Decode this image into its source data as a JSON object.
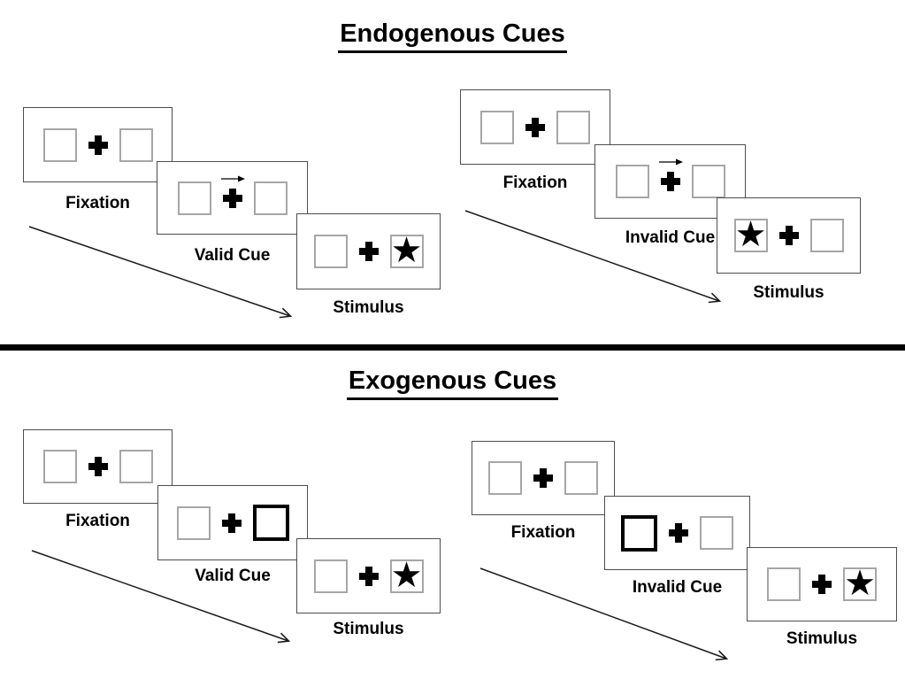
{
  "colors": {
    "background": "#ffffff",
    "panel_border": "#4d4d4d",
    "box_border": "#a6a6a6",
    "cue_highlight_border": "#000000",
    "text": "#000000",
    "divider": "#000000"
  },
  "icons": {
    "star": "★"
  },
  "sections": [
    {
      "title": "Endogenous Cues",
      "trials": [
        {
          "name": "valid",
          "panels": [
            {
              "label": "Fixation"
            },
            {
              "label": "Valid Cue"
            },
            {
              "label": "Stimulus"
            }
          ]
        },
        {
          "name": "invalid",
          "panels": [
            {
              "label": "Fixation"
            },
            {
              "label": "Invalid Cue"
            },
            {
              "label": "Stimulus"
            }
          ]
        }
      ]
    },
    {
      "title": "Exogenous Cues",
      "trials": [
        {
          "name": "valid",
          "panels": [
            {
              "label": "Fixation"
            },
            {
              "label": "Valid Cue"
            },
            {
              "label": "Stimulus"
            }
          ]
        },
        {
          "name": "invalid",
          "panels": [
            {
              "label": "Fixation"
            },
            {
              "label": "Invalid Cue"
            },
            {
              "label": "Stimulus"
            }
          ]
        }
      ]
    }
  ]
}
